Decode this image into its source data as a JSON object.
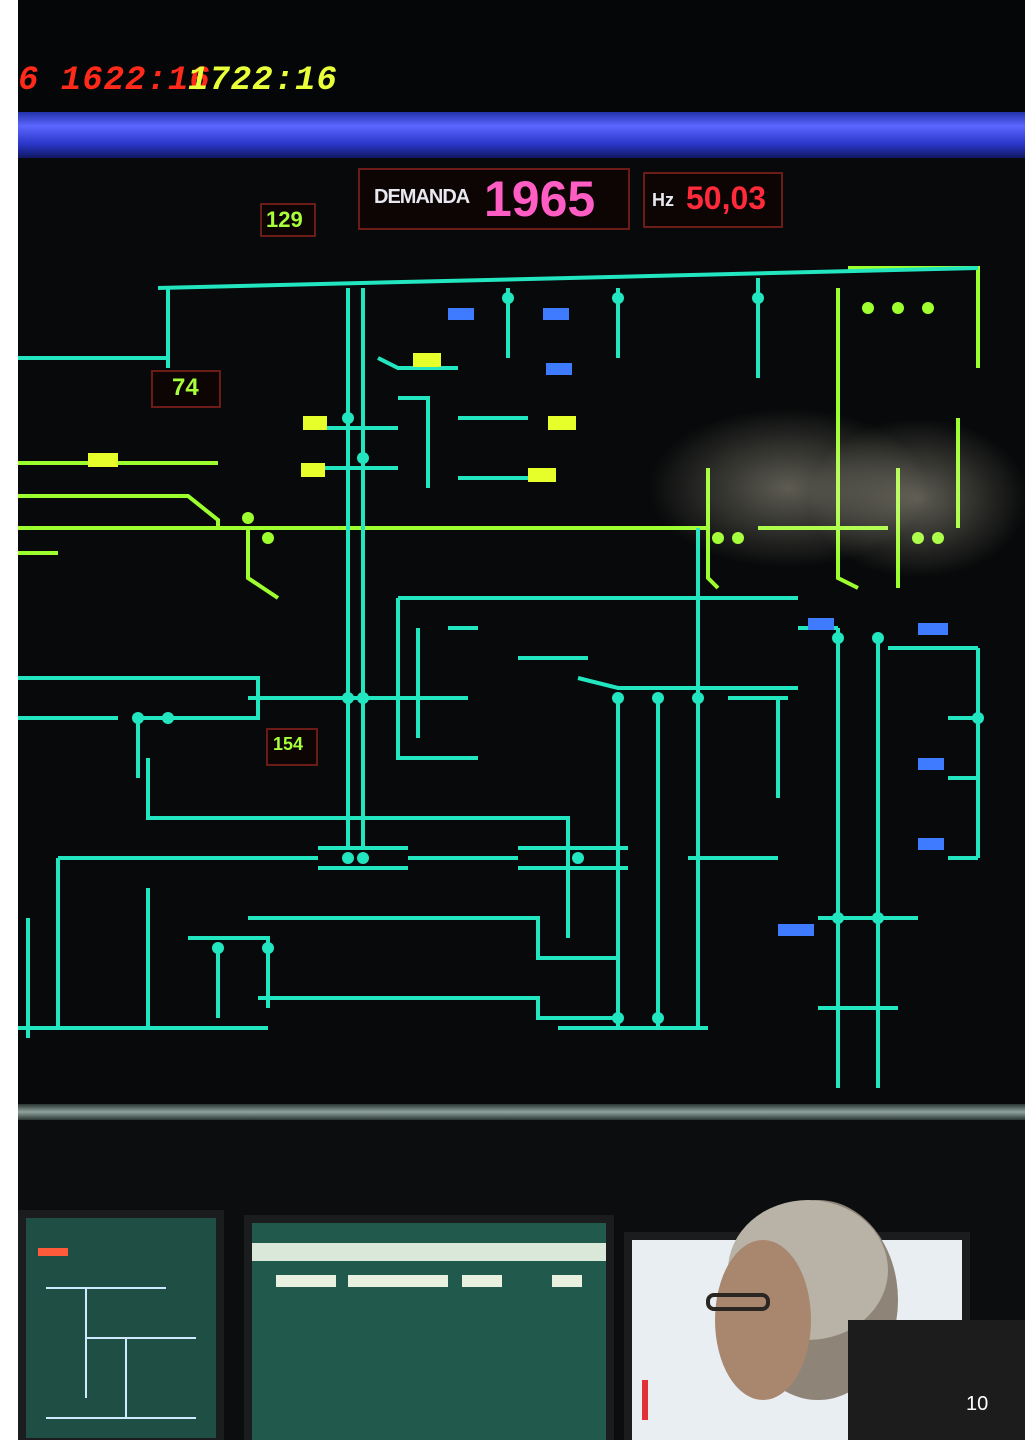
{
  "wall_clock": {
    "red_time": "6 1622:16",
    "green_time": "1722:16"
  },
  "demand_panel": {
    "label": "DEMANDA",
    "value": "1965"
  },
  "frequency_panel": {
    "label": "Hz",
    "value": "50,03"
  },
  "boxed_values": {
    "upper": "129",
    "middle_left": "74",
    "lower": "154"
  },
  "colors": {
    "busbar": "#22e6c0",
    "line_green": "#9dff2e",
    "alarm_red": "#ff2a3a",
    "demand_pink": "#ff5cc4",
    "header_blue": "#3a46ff"
  },
  "page_number": "10"
}
